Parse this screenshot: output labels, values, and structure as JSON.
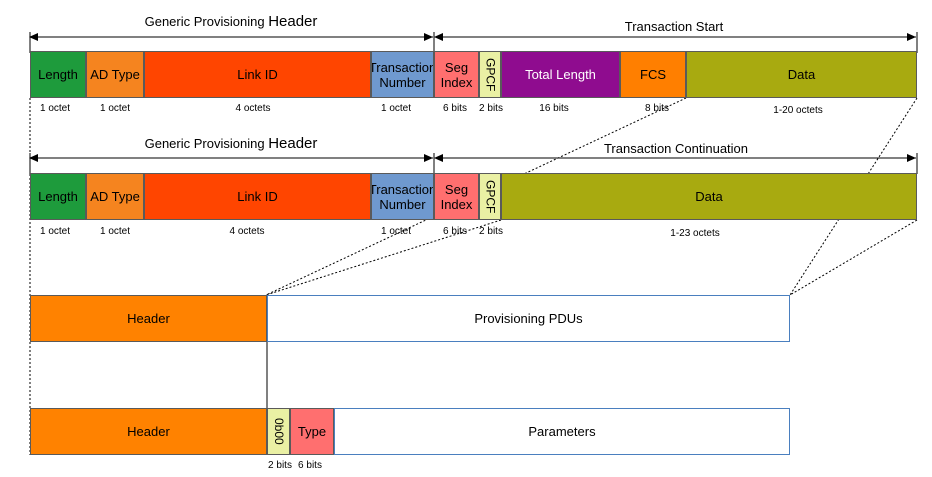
{
  "colors": {
    "length": "#1e9b3c",
    "ad_type": "#f5841f",
    "link_id": "#ff4500",
    "transaction_number": "#6f99cf",
    "seg_index": "#ff6f6f",
    "gpcf": "#eaf0a4",
    "total_length": "#8f0c8f",
    "fcs": "#ff7f00",
    "data": "#a8aa10",
    "header": "#ff8200",
    "white": "#ffffff"
  },
  "row1": {
    "header_title_a": "Generic Provisioning",
    "header_title_b": "Header",
    "section_title": "Transaction Start",
    "fields": {
      "length": "Length",
      "ad_type": "AD Type",
      "link_id": "Link ID",
      "transaction_number": "Transaction Number",
      "seg_index": "Seg Index",
      "gpcf": "GPCF",
      "total_length": "Total Length",
      "fcs": "FCS",
      "data": "Data"
    },
    "sizes": {
      "length": "1 octet",
      "ad_type": "1 octet",
      "link_id": "4 octets",
      "transaction_number": "1 octet",
      "seg_index": "6 bits",
      "gpcf": "2 bits",
      "total_length": "16 bits",
      "fcs": "8 bits",
      "data": "1-20 octets"
    }
  },
  "row2": {
    "header_title_a": "Generic Provisioning",
    "header_title_b": "Header",
    "section_title": "Transaction Continuation",
    "fields": {
      "length": "Length",
      "ad_type": "AD Type",
      "link_id": "Link ID",
      "transaction_number": "Transaction Number",
      "seg_index": "Seg Index",
      "gpcf": "GPCF",
      "data": "Data"
    },
    "sizes": {
      "length": "1 octet",
      "ad_type": "1 octet",
      "link_id": "4 octets",
      "transaction_number": "1 octet",
      "seg_index": "6 bits",
      "gpcf": "2 bits",
      "data": "1-23 octets"
    }
  },
  "row3": {
    "header": "Header",
    "payload": "Provisioning PDUs"
  },
  "row4": {
    "header": "Header",
    "bits": "0b00",
    "type": "Type",
    "parameters": "Parameters",
    "sizes": {
      "bits": "2 bits",
      "type": "6 bits"
    }
  }
}
